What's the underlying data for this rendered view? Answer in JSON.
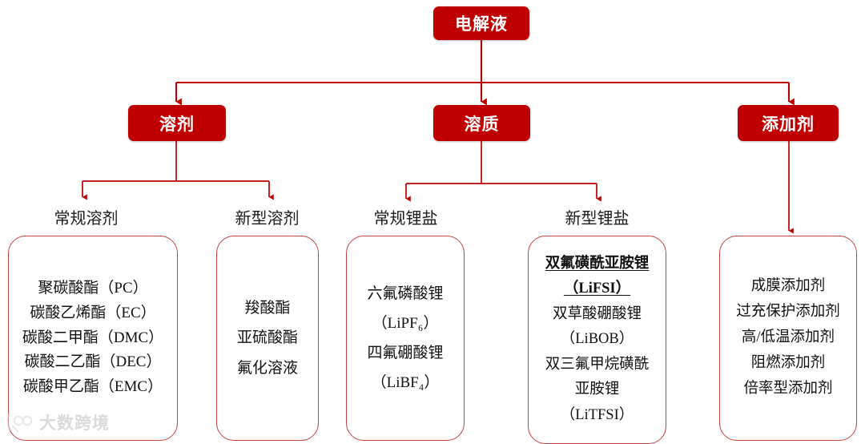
{
  "diagram": {
    "title": "电解液",
    "root": {
      "label": "电解液"
    },
    "level2": [
      {
        "label": "溶剂"
      },
      {
        "label": "溶质"
      },
      {
        "label": "添加剂"
      }
    ],
    "sublabels": [
      {
        "label": "常规溶剂"
      },
      {
        "label": "新型溶剂"
      },
      {
        "label": "常规锂盐"
      },
      {
        "label": "新型锂盐"
      }
    ],
    "boxes": [
      {
        "name": "conventional-solvents",
        "items": [
          {
            "text": "聚碳酸酯（PC）",
            "emphasis": false
          },
          {
            "text": "碳酸乙烯酯（EC）",
            "emphasis": false
          },
          {
            "text": "碳酸二甲酯（DMC）",
            "emphasis": false
          },
          {
            "text": "碳酸二乙酯（DEC）",
            "emphasis": false
          },
          {
            "text": "碳酸甲乙酯（EMC）",
            "emphasis": false
          }
        ]
      },
      {
        "name": "new-solvents",
        "items": [
          {
            "text": "羧酸酯",
            "emphasis": false
          },
          {
            "text": "亚硫酸酯",
            "emphasis": false
          },
          {
            "text": "氟化溶液",
            "emphasis": false
          }
        ]
      },
      {
        "name": "conventional-lithium-salts",
        "items": [
          {
            "text": "六氟磷酸锂",
            "emphasis": false
          },
          {
            "text": "（LiPF₆）",
            "emphasis": false
          },
          {
            "text": "四氟硼酸锂",
            "emphasis": false
          },
          {
            "text": "（LiBF₄）",
            "emphasis": false
          }
        ]
      },
      {
        "name": "new-lithium-salts",
        "items": [
          {
            "text": "双氟磺酰亚胺锂",
            "emphasis": true
          },
          {
            "text": "（LiFSI）",
            "emphasis": true
          },
          {
            "text": "双草酸硼酸锂",
            "emphasis": false
          },
          {
            "text": "（LiBOB）",
            "emphasis": false
          },
          {
            "text": "双三氟甲烷磺酰",
            "emphasis": false
          },
          {
            "text": "亚胺锂",
            "emphasis": false
          },
          {
            "text": "（LiTFSI）",
            "emphasis": false
          }
        ]
      },
      {
        "name": "additives",
        "items": [
          {
            "text": "成膜添加剂",
            "emphasis": false
          },
          {
            "text": "过充保护添加剂",
            "emphasis": false
          },
          {
            "text": "高/低温添加剂",
            "emphasis": false
          },
          {
            "text": "阻燃添加剂",
            "emphasis": false
          },
          {
            "text": "倍率型添加剂",
            "emphasis": false
          }
        ]
      }
    ],
    "colors": {
      "node_fill": "#C00000",
      "node_text": "#FFFFFF",
      "connector": "#C00000",
      "box_border": "#C94040",
      "body_text": "#111111"
    }
  },
  "watermark": {
    "text": "大数跨境",
    "logo": "dashu-logo-icon"
  }
}
